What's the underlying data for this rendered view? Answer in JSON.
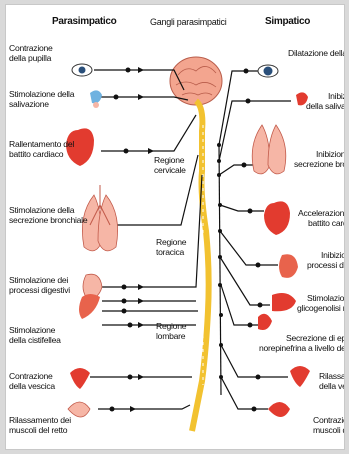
{
  "headers": {
    "left": "Parasimpatico",
    "center": "Gangli parasimpatici",
    "right": "Simpatico"
  },
  "regions": [
    "Regione cervicale",
    "Regione toracica",
    "Regione lombare"
  ],
  "left_labels": [
    {
      "lines": [
        "Contrazione",
        "della pupilla"
      ]
    },
    {
      "lines": [
        "Stimolazione della",
        "salivazione"
      ]
    },
    {
      "lines": [
        "Rallentamento del",
        "battito cardiaco"
      ]
    },
    {
      "lines": [
        "Stimolazione della",
        "secrezione bronchiale"
      ]
    },
    {
      "lines": [
        "Stimolazione dei",
        "processi digestivi"
      ]
    },
    {
      "lines": [
        "Stimolazione",
        "della cistifellea"
      ]
    },
    {
      "lines": [
        "Contrazione",
        "della vescica"
      ]
    },
    {
      "lines": [
        "Rilassamento dei",
        "muscoli del retto"
      ]
    }
  ],
  "right_labels": [
    {
      "lines": [
        "Dilatazione della pupilla"
      ]
    },
    {
      "lines": [
        "Inibizione",
        "della salivazione"
      ]
    },
    {
      "lines": [
        "Inibizione della",
        "secrezione bronchiale"
      ]
    },
    {
      "lines": [
        "Accelerazione del",
        "battito cardiaco"
      ]
    },
    {
      "lines": [
        "Inibizione dei",
        "processi digestivi"
      ]
    },
    {
      "lines": [
        "Stimolazione della",
        "glicogenolisi nel fegato"
      ]
    },
    {
      "lines": [
        "Secrezione di epinefrina e",
        "norepinefrina a livello del surrene"
      ]
    },
    {
      "lines": [
        "Rilassamento",
        "della vescica"
      ]
    },
    {
      "lines": [
        "Contrazione dei",
        "muscoli del retto"
      ]
    }
  ],
  "colors": {
    "organ": "#e23b2f",
    "organ_light": "#f6b6a6",
    "spine": "#f2c230",
    "brain": "#f3a58f",
    "nerve": "#111111"
  }
}
